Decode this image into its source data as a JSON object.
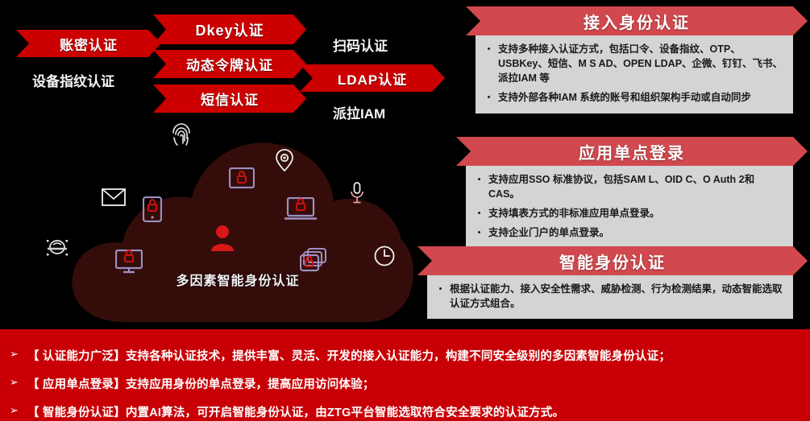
{
  "colors": {
    "banner_red": "#c80006",
    "tag_red": "#cc0000",
    "ribbon_red": "#d1494e",
    "panel_gray": "#d4d4d4",
    "cloud_dark_red": "#340d0b",
    "device_purple": "#9d8fc0",
    "lock_red": "#cc1111"
  },
  "auth_methods": {
    "tags": [
      {
        "id": "account-password",
        "label": "账密认证"
      },
      {
        "id": "dkey",
        "label": "Dkey认证"
      },
      {
        "id": "otp-token",
        "label": "动态令牌认证"
      },
      {
        "id": "sms",
        "label": "短信认证"
      },
      {
        "id": "ldap",
        "label": "LDAP认证"
      }
    ],
    "plain_labels": [
      {
        "id": "device-fingerprint",
        "label": "设备指纹认证"
      },
      {
        "id": "scan-code",
        "label": "扫码认证"
      },
      {
        "id": "pala-iam",
        "label": "派拉IAM"
      }
    ]
  },
  "cloud": {
    "label": "多因素智能身份认证",
    "icons": [
      {
        "name": "fingerprint-icon"
      },
      {
        "name": "location-pin-icon"
      },
      {
        "name": "envelope-icon"
      },
      {
        "name": "microphone-icon"
      },
      {
        "name": "clock-icon"
      },
      {
        "name": "face-scan-icon"
      },
      {
        "name": "user-avatar-icon"
      },
      {
        "name": "tablet-lock-icon"
      },
      {
        "name": "phone-lock-icon"
      },
      {
        "name": "laptop-lock-icon"
      },
      {
        "name": "desktop-lock-icon"
      },
      {
        "name": "multi-window-lock-icon"
      }
    ]
  },
  "panels": [
    {
      "id": "access-identity-auth",
      "title": "接入身份认证",
      "bullets": [
        "支持多种接入认证方式，包括口令、设备指纹、OTP、USBKey、短信、M S AD、OPEN LDAP、企微、钉钉、飞书、派拉IAM 等",
        "支持外部各种IAM 系统的账号和组织架构手动或自动同步"
      ]
    },
    {
      "id": "app-sso",
      "title": "应用单点登录",
      "bullets": [
        "支持应用SSO 标准协议，包括SAM L、OID C、O Auth 2和CAS。",
        "支持填表方式的非标准应用单点登录。",
        "支持企业门户的单点登录。"
      ]
    },
    {
      "id": "smart-identity-auth",
      "title": "智能身份认证",
      "bullets": [
        "根据认证能力、接入安全性需求、威胁检测、行为检测结果，动态智能选取认证方式组合。"
      ]
    }
  ],
  "banner": {
    "marker": "➢",
    "lines": [
      "【 认证能力广泛】支持各种认证技术，提供丰富、灵活、开发的接入认证能力，构建不同安全级别的多因素智能身份认证；",
      "【 应用单点登录】支持应用身份的单点登录，提高应用访问体验；",
      "【 智能身份认证】内置AI算法，可开启智能身份认证，由ZTG平台智能选取符合安全要求的认证方式。"
    ]
  }
}
